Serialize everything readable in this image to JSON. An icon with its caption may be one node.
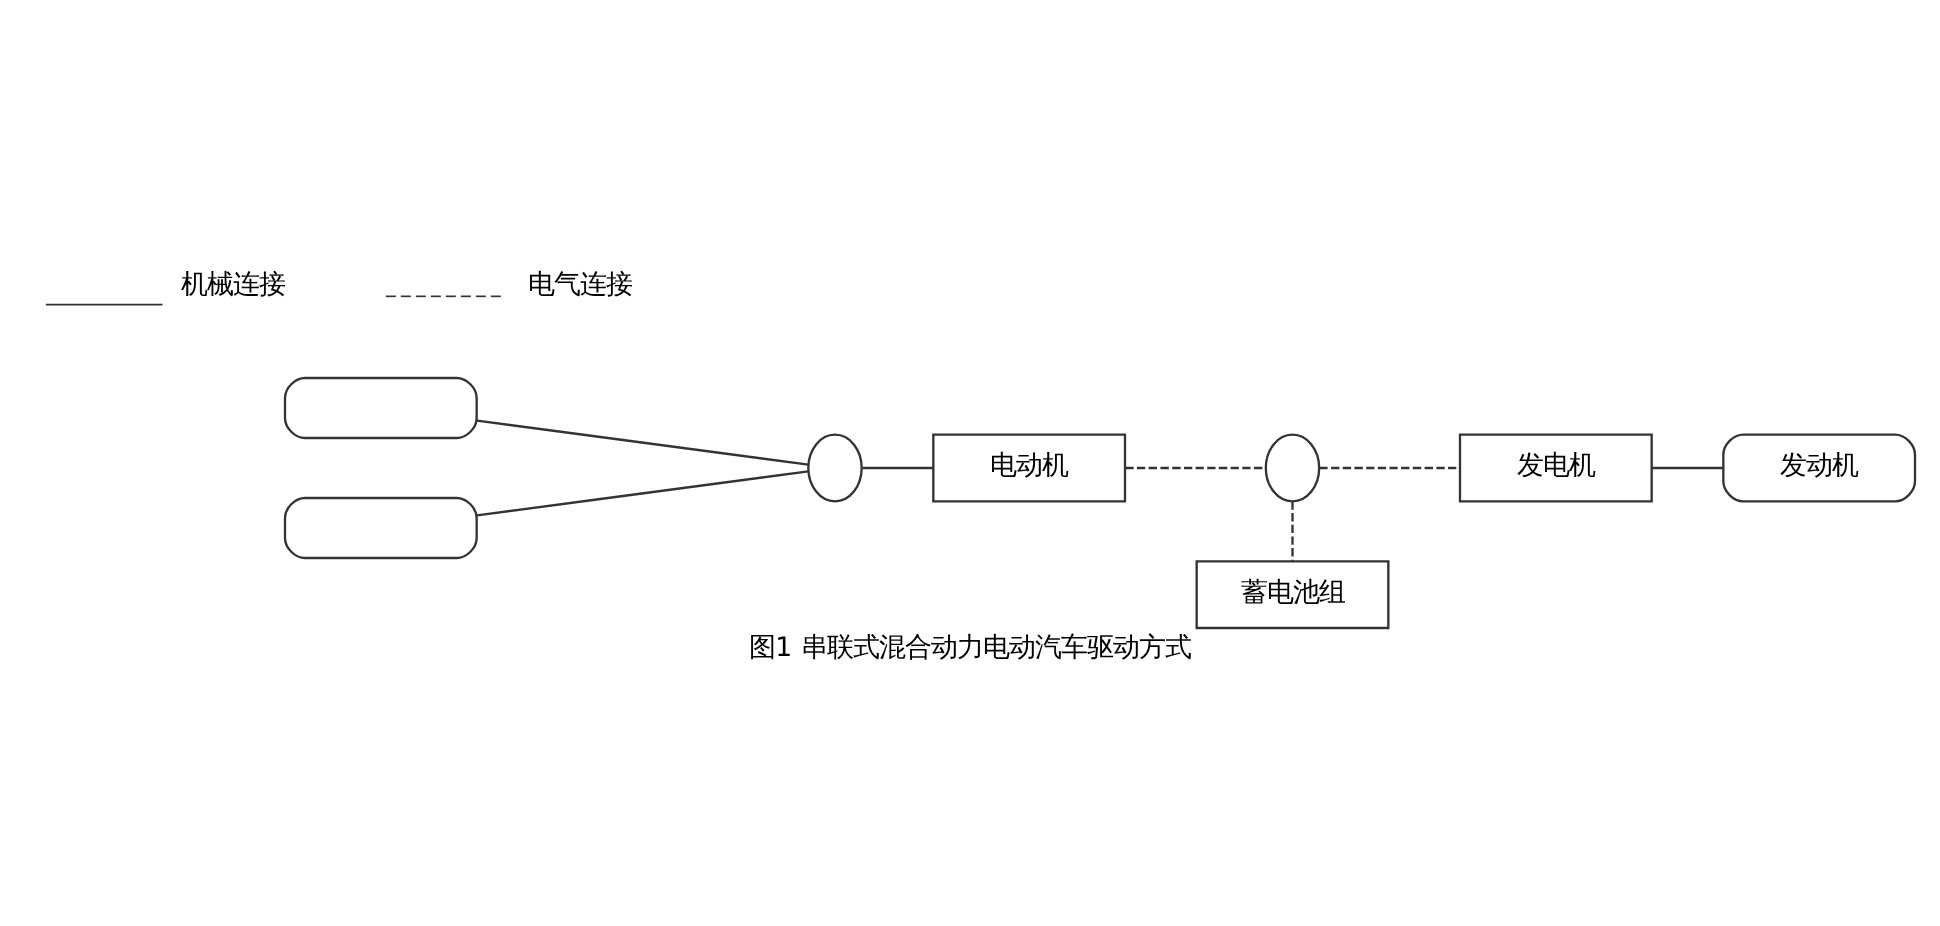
{
  "diagram": {
    "caption": "图1 串联式混合动力电动汽车驱动方式",
    "nodes": [
      {
        "text": [],
        "shape": "box"
      },
      {
        "text": [],
        "shape": "box"
      },
      {
        "text": [],
        "shape": "ellipse"
      },
      {
        "text": [
          "电动机"
        ]
      },
      {
        "text": [],
        "shape": "ellipse"
      },
      {
        "text": [
          "发电机"
        ]
      },
      {
        "text": [
          "发动机"
        ]
      },
      {
        "text": [
          "蓄电池组"
        ]
      }
    ],
    "edges": [
      {
        "from": 0,
        "to": 2,
        "arrow": "none"
      },
      {
        "from": 2,
        "to": 1,
        "arrow": "none"
      },
      {
        "from": 2,
        "to": 3,
        "arrow": "none"
      },
      {
        "from": 3,
        "to": 4,
        "arrow": "none",
        "style": "dashed"
      },
      {
        "from": 4,
        "to": 5,
        "arrow": "none",
        "style": "dashed"
      },
      {
        "from": 4,
        "to": 7,
        "arrow": "none",
        "style": "dashed"
      },
      {
        "from": 5,
        "to": 6,
        "arrow": "none"
      }
    ],
    "legend": [
      {
        "text": "机械连接"
      },
      {
        "text": "电气连接"
      }
    ]
  }
}
